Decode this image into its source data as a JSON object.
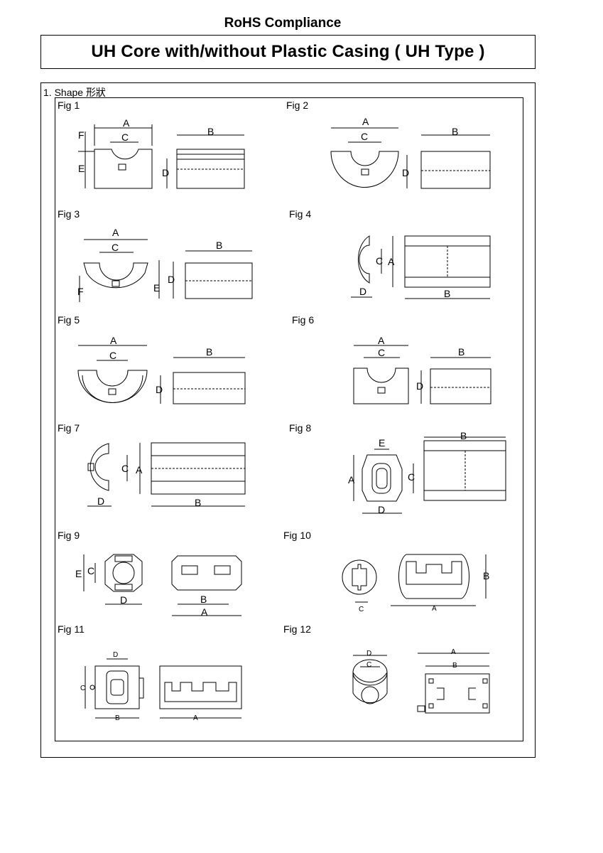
{
  "header": {
    "rohs": "RoHS Compliance",
    "title": "UH Core with/without Plastic Casing ( UH Type )"
  },
  "section": {
    "label": "1. Shape 形狀"
  },
  "figures": [
    "Fig 1",
    "Fig 2",
    "Fig 3",
    "Fig 4",
    "Fig 5",
    "Fig 6",
    "Fig 7",
    "Fig 8",
    "Fig 9",
    "Fig 10",
    "Fig 11",
    "Fig 12"
  ],
  "dims": {
    "A": "A",
    "B": "B",
    "C": "C",
    "D": "D",
    "E": "E",
    "F": "F"
  }
}
